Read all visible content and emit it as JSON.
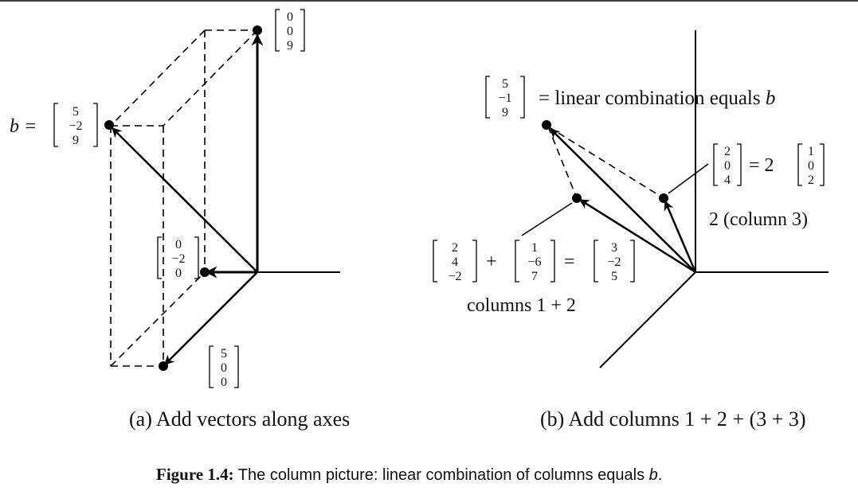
{
  "panel_a": {
    "vectors": {
      "z_axis": [
        "0",
        "0",
        "9"
      ],
      "y_axis": [
        "0",
        "−2",
        "0"
      ],
      "x_axis": [
        "5",
        "0",
        "0"
      ]
    },
    "b_label": "b =",
    "b_vector": [
      "5",
      "−2",
      "9"
    ],
    "caption": "(a) Add vectors along axes"
  },
  "panel_b": {
    "result_vector": [
      "5",
      "−1",
      "9"
    ],
    "result_text": "= linear combination equals",
    "result_var": "b",
    "col3_vector": [
      "2",
      "0",
      "4"
    ],
    "col3_equals": "= 2",
    "col3_base": [
      "1",
      "0",
      "2"
    ],
    "col3_label": "2 (column 3)",
    "col1_vector": [
      "2",
      "4",
      "−2"
    ],
    "plus": "+",
    "col2_vector": [
      "1",
      "−6",
      "7"
    ],
    "equals": "=",
    "col12_vector": [
      "3",
      "−2",
      "5"
    ],
    "col12_label": "columns 1 + 2",
    "caption": "(b) Add columns 1 + 2 + (3 + 3)"
  },
  "figure_caption": {
    "bold": "Figure 1.4:",
    "text": " The column picture: linear combination of columns equals ",
    "var": "b",
    "end": "."
  }
}
